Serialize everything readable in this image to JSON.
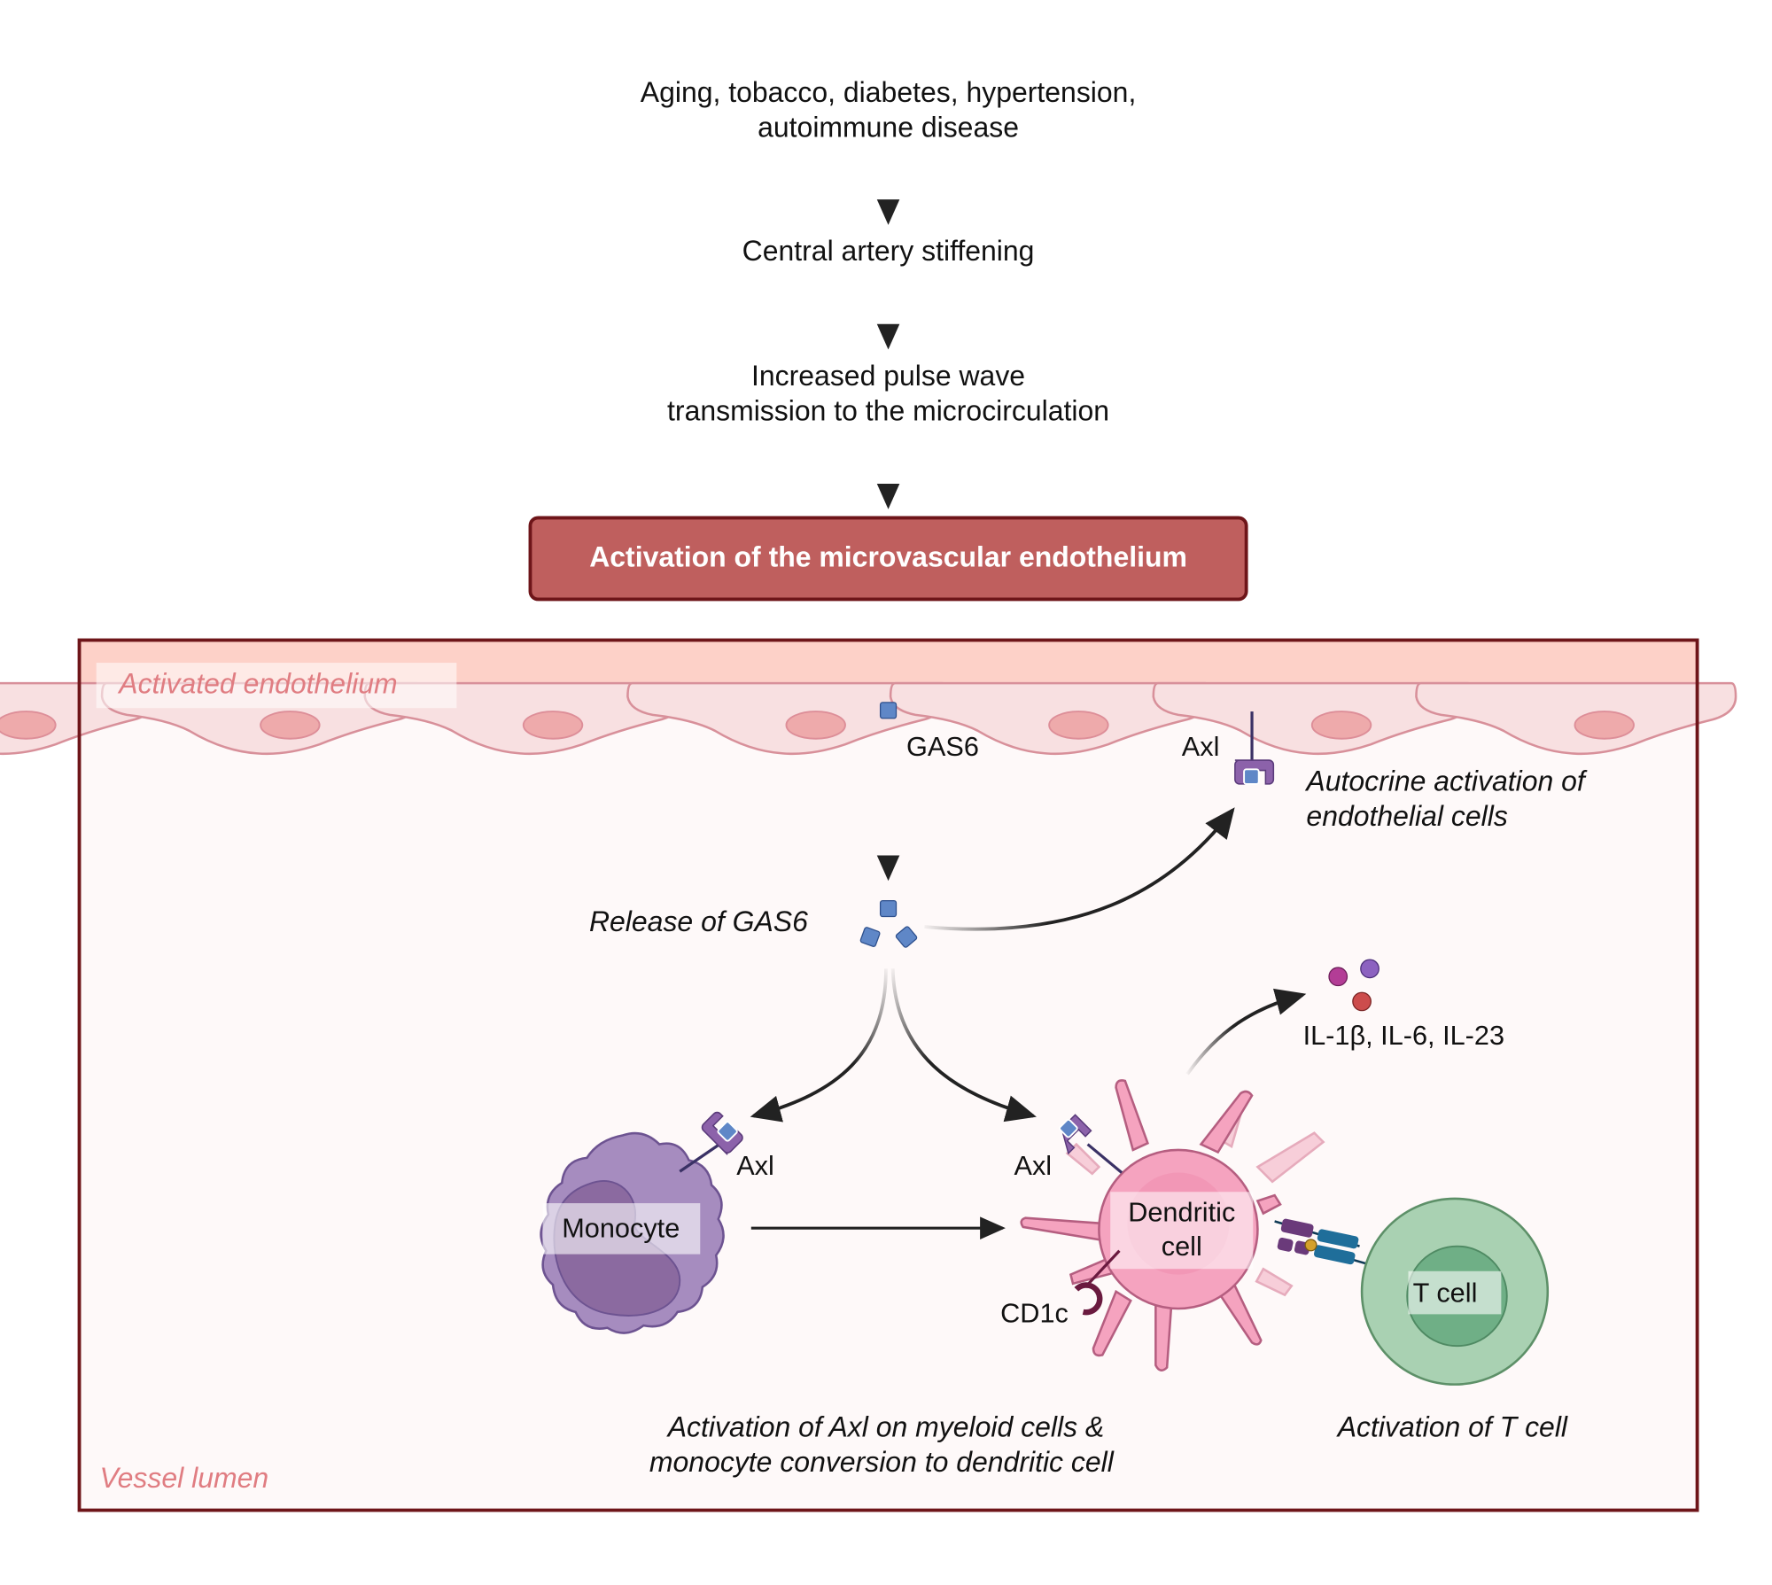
{
  "flow": {
    "step1_line1": "Aging, tobacco, diabetes, hypertension,",
    "step1_line2": "autoimmune disease",
    "step2": "Central artery stiffening",
    "step3_line1": "Increased pulse wave",
    "step3_line2": "transmission to the microcirculation",
    "outcome_box": "Activation of the microvascular endothelium"
  },
  "panel": {
    "endothelium_label": "Activated endothelium",
    "lumen_label": "Vessel lumen",
    "gas6_label": "GAS6",
    "axl_endothelial_label": "Axl",
    "autocrine_line1": "Autocrine activation of",
    "autocrine_line2": "endothelial cells",
    "release_label": "Release of GAS6",
    "cytokines_label": "IL-1β, IL-6, IL-23",
    "axl_monocyte_label": "Axl",
    "axl_dendritic_label": "Axl",
    "monocyte_label": "Monocyte",
    "dendritic_line1": "Dendritic",
    "dendritic_line2": "cell",
    "cd1c_label": "CD1c",
    "tcell_label": "T cell",
    "caption_left_line1": "Activation of Axl on myeloid cells &",
    "caption_left_line2": "monocyte conversion to dendritic cell",
    "caption_right": "Activation of T cell"
  },
  "colors": {
    "box_fill": "#bf5f5e",
    "box_border": "#6e1519",
    "frame_border": "#6e1519",
    "endothelium_top": "#fdd1c8",
    "endothelium_cell": "#f8e0e1",
    "nucleus": "#eeaaab",
    "lumen_bg": "#fef9f9",
    "gas6": "#5f87c7",
    "axl": "#8c62aa",
    "monocyte": "#a68cbf",
    "dendritic": "#f5a3bf",
    "tcell_outer": "#a9d1b2",
    "tcell_inner": "#6faf86",
    "il1b": "#b33d96",
    "il6": "#8c62c0",
    "il23": "#cc4c4c"
  }
}
